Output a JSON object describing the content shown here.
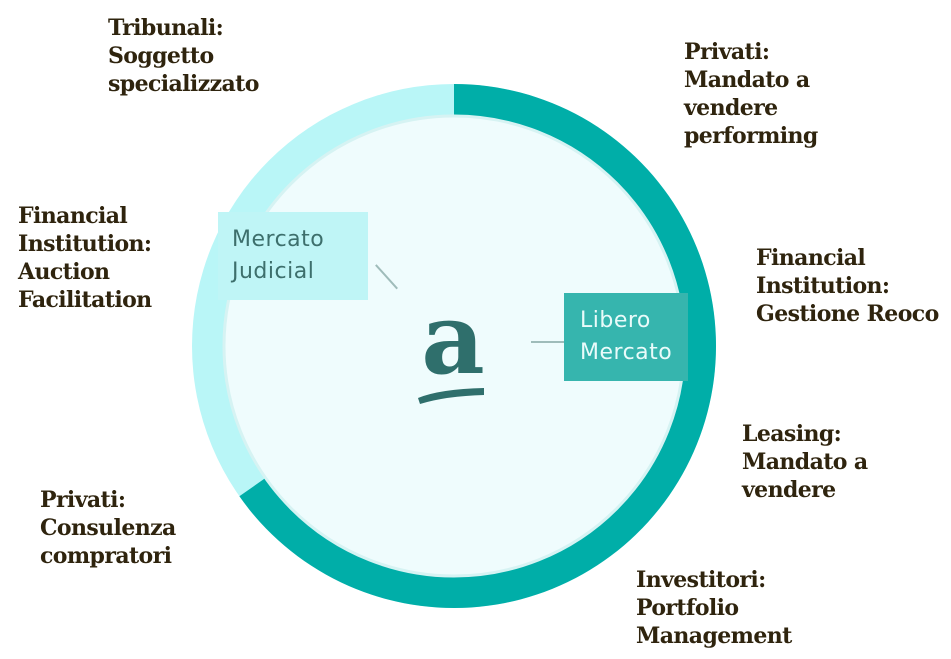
{
  "colors": {
    "ring_light": "#b9f6f7",
    "ring_dark": "#00aea8",
    "center_fill": "#effcfd",
    "logo": "#2f6f6c",
    "text": "#2f240e"
  },
  "center": {
    "logo_glyph": "a",
    "logo_icon": "brand-logo-icon"
  },
  "boxes": {
    "judicial": {
      "line1": "Mercato",
      "line2": "Judicial"
    },
    "libero": {
      "line1": "Libero",
      "line2": "Mercato"
    }
  },
  "labels": {
    "tribunali": {
      "head": "Tribunali:",
      "body1": "Soggetto",
      "body2": "specializzato"
    },
    "privati_top": {
      "head": "Privati:",
      "body1": "Mandato a",
      "body2": "vendere",
      "body3": "performing"
    },
    "fin_inst_left": {
      "head1": "Financial",
      "head2": "Institution:",
      "body1": "Auction",
      "body2": "Facilitation"
    },
    "fin_inst_right": {
      "head1": "Financial",
      "head2": "Institution:",
      "body1": "Gestione Reoco"
    },
    "leasing": {
      "head": "Leasing:",
      "body1": "Mandato a",
      "body2": "vendere"
    },
    "privati_bottom": {
      "head": "Privati:",
      "body1": "Consulenza",
      "body2": "compratori"
    },
    "investitori": {
      "head": "Investitori:",
      "body1": "Portfolio",
      "body2": "Management"
    }
  }
}
